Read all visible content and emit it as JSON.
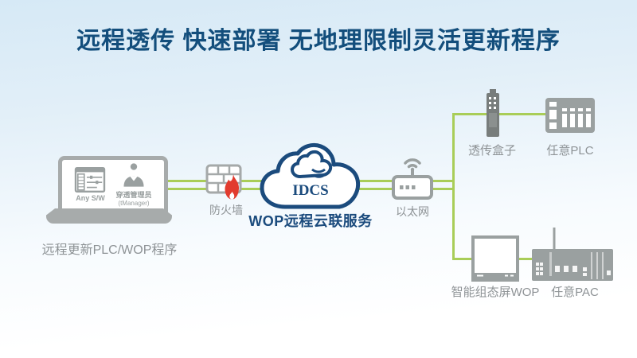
{
  "title": "远程透传 快速部署  无地理限制灵活更新程序",
  "laptop": {
    "software_label": "Any S/W",
    "admin_label": "穿透管理员",
    "admin_sublabel": "(tManager)",
    "caption": "远程更新PLC/WOP程序"
  },
  "firewall": {
    "label": "防火墙"
  },
  "cloud": {
    "logo": "IDCS",
    "caption": "WOP远程云联服务"
  },
  "router": {
    "label": "以太网"
  },
  "top_branch": {
    "box_label": "透传盒子",
    "plc_label": "任意PLC"
  },
  "bottom_branch": {
    "hmi_label": "智能组态屏WOP",
    "pac_label": "任意PAC"
  },
  "colors": {
    "title_navy": "#134e7c",
    "cloud_navy": "#1b4b7d",
    "line_green": "#a9cd58",
    "device_gray": "#9aa0a0",
    "flame_red": "#e23b2e",
    "label_gray": "#8e9396"
  }
}
